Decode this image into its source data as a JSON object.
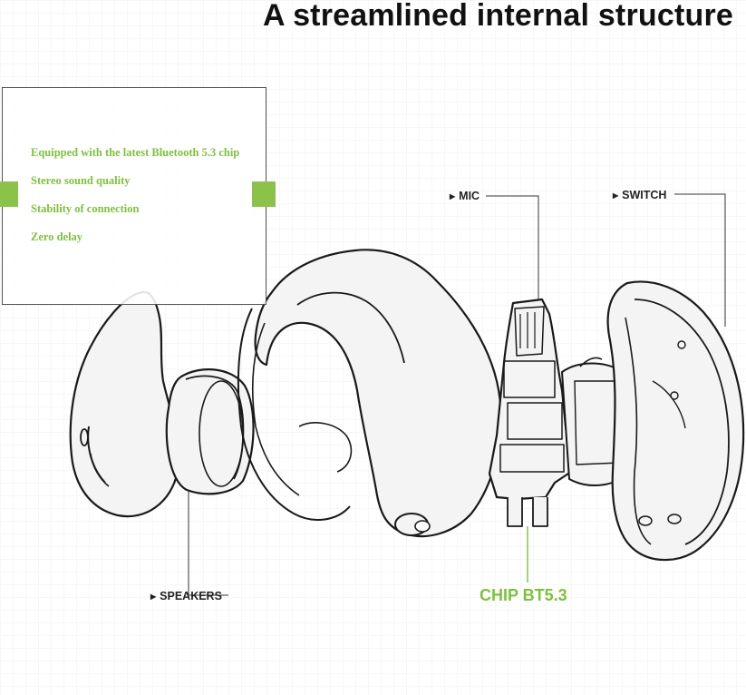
{
  "title": "A streamlined internal structure",
  "features": [
    "Equipped with the latest Bluetooth 5.3 chip",
    "Stereo sound quality",
    "Stability of connection",
    "Zero delay"
  ],
  "labels": {
    "mic": "MIC",
    "switch": "SWITCH",
    "speakers": "SPEAKERS",
    "chip": "CHIP BT5.3",
    "arrow_glyph": "▶"
  },
  "colors": {
    "accent_green": "#7cc23a",
    "line": "#1a1a1a",
    "fill": "#f4f4f4"
  }
}
